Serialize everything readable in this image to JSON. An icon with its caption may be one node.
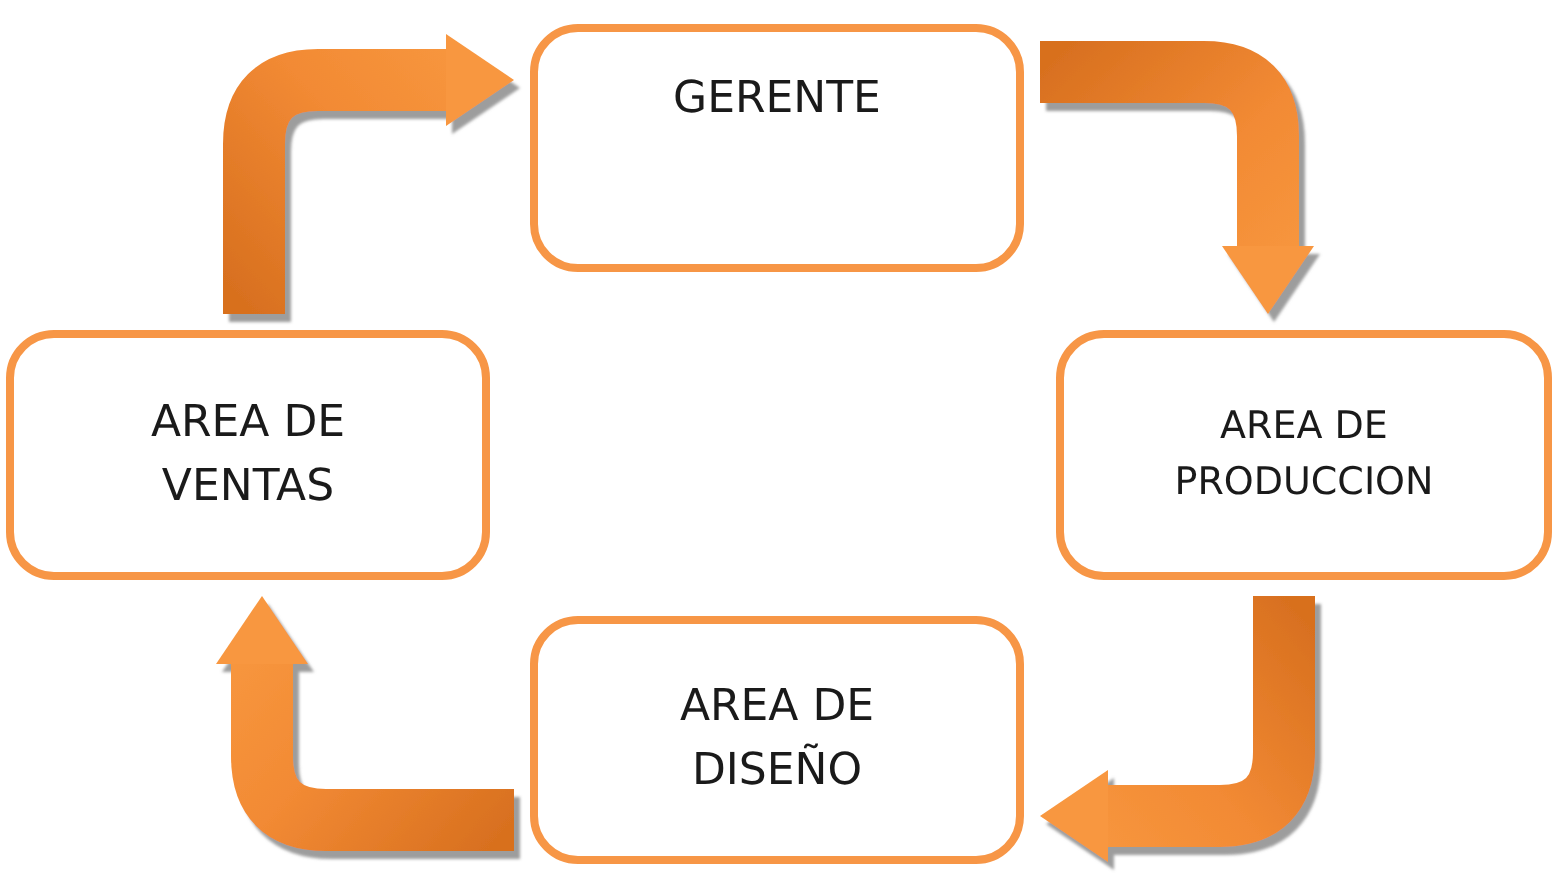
{
  "diagram": {
    "nodes": [
      {
        "text": [
          "GERENTE"
        ]
      },
      {
        "text": [
          "AREA DE VENTAS"
        ]
      },
      {
        "text": [
          "AREA DE PRODUCCION"
        ]
      },
      {
        "text": [
          "AREA DE DISEÑO"
        ]
      }
    ],
    "edges": [
      {
        "from": 0,
        "to": 2,
        "arrow": "to"
      },
      {
        "from": 2,
        "to": 3,
        "arrow": "to"
      },
      {
        "from": 3,
        "to": 1,
        "arrow": "to"
      },
      {
        "from": 1,
        "to": 0,
        "arrow": "to"
      }
    ]
  }
}
